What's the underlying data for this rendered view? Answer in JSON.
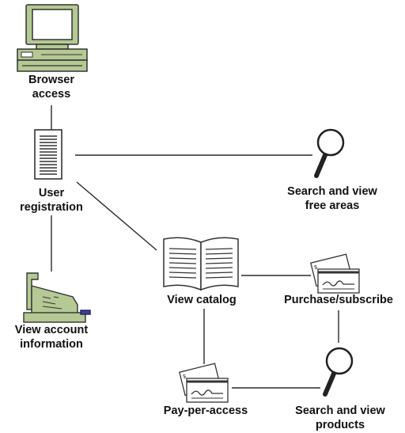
{
  "colors": {
    "line": "#2a2a2a",
    "equipment_fill": "#b5c994",
    "equipment_stroke": "#333333",
    "screen_fill": "#ffffff",
    "button_accent": "#3b3f96",
    "paper_fill": "#ffffff"
  },
  "nodes": {
    "browser_access": {
      "icon": "desktop-computer-icon",
      "label_lines": [
        "Browser",
        "access"
      ]
    },
    "user_registration": {
      "icon": "registration-form-icon",
      "label_lines": [
        "User",
        "registration"
      ]
    },
    "search_free": {
      "icon": "magnifier-icon",
      "label_lines": [
        "Search and view",
        "free areas"
      ]
    },
    "view_account": {
      "icon": "cash-register-icon",
      "label_lines": [
        "View account",
        "information"
      ]
    },
    "view_catalog": {
      "icon": "open-book-icon",
      "label_lines": [
        "View catalog"
      ]
    },
    "purchase_subscribe": {
      "icon": "check-and-card-icon",
      "label_lines": [
        "Purchase/subscribe"
      ]
    },
    "pay_per_access": {
      "icon": "check-and-card-icon",
      "label_lines": [
        "Pay-per-access"
      ]
    },
    "search_products": {
      "icon": "magnifier-icon",
      "label_lines": [
        "Search and view",
        "products"
      ]
    }
  },
  "connections": [
    [
      "browser_access",
      "user_registration"
    ],
    [
      "user_registration",
      "search_free"
    ],
    [
      "user_registration",
      "view_account"
    ],
    [
      "user_registration",
      "view_catalog"
    ],
    [
      "view_catalog",
      "purchase_subscribe"
    ],
    [
      "view_catalog",
      "pay_per_access"
    ],
    [
      "purchase_subscribe",
      "search_products"
    ],
    [
      "pay_per_access",
      "search_products"
    ]
  ]
}
